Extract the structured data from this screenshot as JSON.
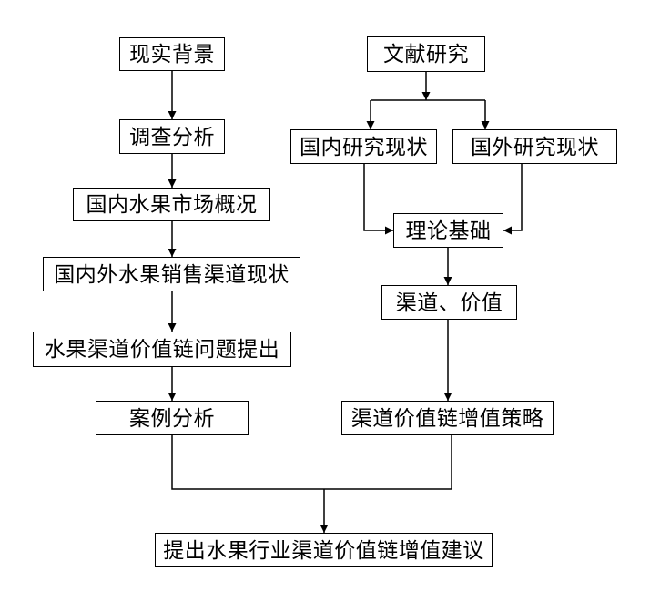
{
  "diagram": {
    "title": "fruit-industry-channel-value-chain-research-flowchart",
    "background_color": "#ffffff",
    "line_color": "#000000",
    "box_border_color": "#000000",
    "text_color": "#000000",
    "nodes": [
      {
        "id": "reality-background",
        "label": "现实背景"
      },
      {
        "id": "survey-analysis",
        "label": "调查分析"
      },
      {
        "id": "domestic-fruit-market",
        "label": "国内水果市场概况"
      },
      {
        "id": "sales-channel-status",
        "label": "国内外水果销售渠道现状"
      },
      {
        "id": "problem-proposal",
        "label": "水果渠道价值链问题提出"
      },
      {
        "id": "case-analysis",
        "label": "案例分析"
      },
      {
        "id": "literature-research",
        "label": "文献研究"
      },
      {
        "id": "domestic-research",
        "label": "国内研究现状"
      },
      {
        "id": "foreign-research",
        "label": "国外研究现状"
      },
      {
        "id": "theoretical-basis",
        "label": "理论基础"
      },
      {
        "id": "channel-value",
        "label": "渠道、价值"
      },
      {
        "id": "value-add-strategy",
        "label": "渠道价值链增值策略"
      },
      {
        "id": "final-suggestion",
        "label": "提出水果行业渠道价值链增值建议"
      }
    ],
    "edges": [
      "现实背景→调查分析",
      "调查分析→国内水果市场概况",
      "国内水果市场概况→国内外水果销售渠道现状",
      "国内外水果销售渠道现状→水果渠道价值链问题提出",
      "水果渠道价值链问题提出→案例分析",
      "文献研究→国内研究现状",
      "文献研究→国外研究现状",
      "国内研究现状→理论基础",
      "国外研究现状→理论基础",
      "理论基础→渠道、价值",
      "渠道、价值→渠道价值链增值策略",
      "案例分析+渠道价值链增值策略→提出水果行业渠道价值链增值建议"
    ]
  }
}
